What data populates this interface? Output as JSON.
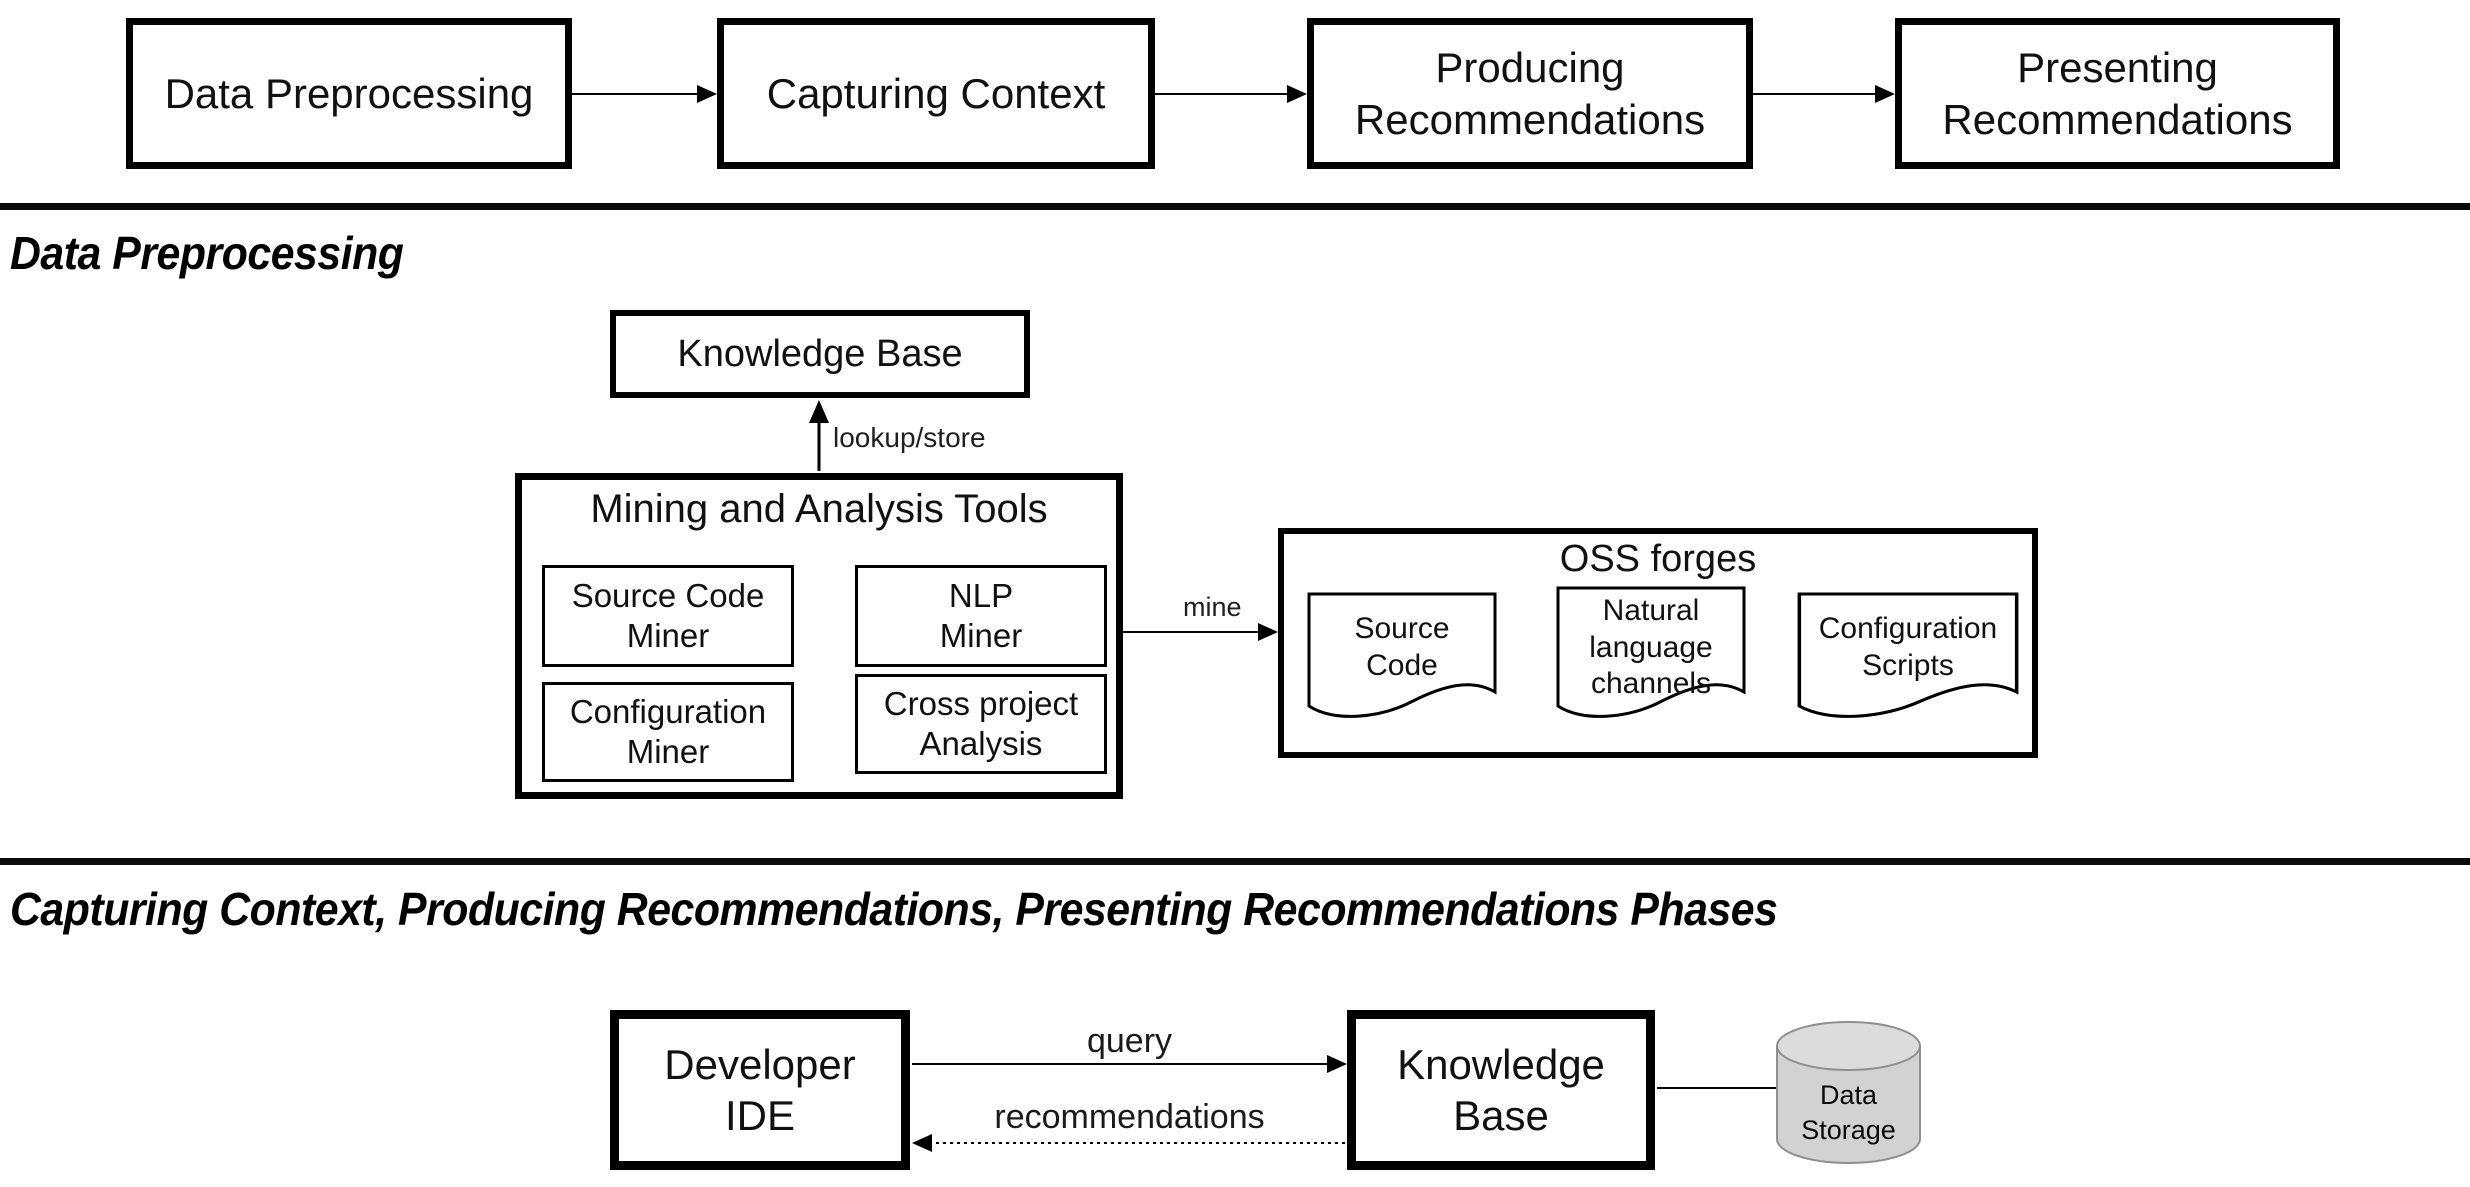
{
  "pipeline": {
    "steps": [
      {
        "label": "Data Preprocessing"
      },
      {
        "label": "Capturing Context"
      },
      {
        "label": "Producing\nRecommendations"
      },
      {
        "label": "Presenting\nRecommendations"
      }
    ]
  },
  "preprocessing": {
    "heading": "Data Preprocessing",
    "knowledge_base_label": "Knowledge Base",
    "lookup_store_label": "lookup/store",
    "mining_tools_title": "Mining and Analysis Tools",
    "tools": [
      "Source Code\nMiner",
      "NLP\nMiner",
      "Configuration\nMiner",
      "Cross project\nAnalysis"
    ],
    "mine_label": "mine",
    "oss_forges_title": "OSS forges",
    "documents": [
      "Source\nCode",
      "Natural\nlanguage\nchannels",
      "Configuration\nScripts"
    ]
  },
  "phases": {
    "heading": "Capturing Context, Producing Recommendations, Presenting Recommendations Phases",
    "developer_ide_label": "Developer\nIDE",
    "knowledge_base_label": "Knowledge\nBase",
    "query_label": "query",
    "recommendations_label": "recommendations",
    "data_storage_label": "Data\nStorage"
  },
  "colors": {
    "line": "#000000",
    "cylinder_fill": "#d2d2d2",
    "cylinder_top_fill": "#dcdcdc",
    "cylinder_stroke": "#8f8f8f"
  }
}
